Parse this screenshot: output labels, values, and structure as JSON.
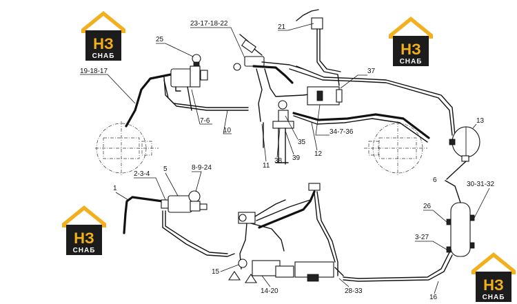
{
  "callouts": {
    "c_23_17_18_22": "23-17-18-22",
    "c_21": "21",
    "c_25": "25",
    "c_19_18_17": "19-18-17",
    "c_37": "37",
    "c_7_6": "7-6",
    "c_10": "10",
    "c_34_7_36": "34-7-36",
    "c_13": "13",
    "c_35": "35",
    "c_11": "11",
    "c_38": "38",
    "c_39": "39",
    "c_12": "12",
    "c_2_3_4": "2-3-4",
    "c_5": "5",
    "c_8_9_24": "8-9-24",
    "c_6": "6",
    "c_30_31_32": "30-31-32",
    "c_1": "1",
    "c_26": "26",
    "c_3_27": "3-27",
    "c_15": "15",
    "c_14_20": "14-20",
    "c_28_33": "28-33",
    "c_16": "16"
  },
  "watermark": {
    "letters": "НЗ",
    "subtitle": "СНАБ",
    "colors": {
      "roof": "#f2b01e",
      "box": "#1c1c1c"
    }
  }
}
